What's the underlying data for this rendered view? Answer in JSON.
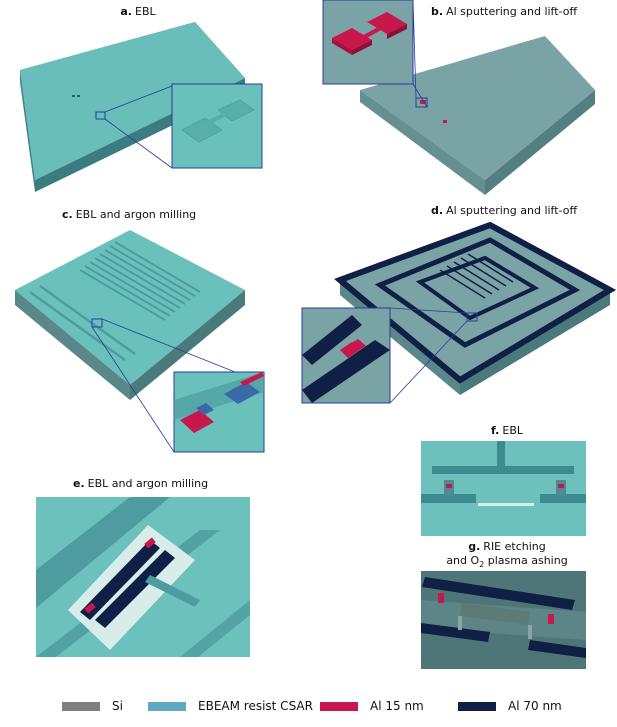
{
  "panels": {
    "a": {
      "letter": "a.",
      "text": "EBL"
    },
    "b": {
      "letter": "b.",
      "text": "Al sputtering and lift-off"
    },
    "c": {
      "letter": "c.",
      "text": "EBL and argon milling"
    },
    "d": {
      "letter": "d.",
      "text": "Al sputtering and lift-off"
    },
    "e": {
      "letter": "e.",
      "text": "EBL and argon milling"
    },
    "f": {
      "letter": "f.",
      "text": "EBL"
    },
    "g": {
      "letter": "g.",
      "text": "RIE etching",
      "line2_pre": "and O",
      "line2_sub": "2",
      "line2_post": " plasma ashing"
    }
  },
  "legend": [
    {
      "label": "Si",
      "color": "#7f7f7f"
    },
    {
      "label": "EBEAM resist CSAR",
      "color": "#5fa8bd"
    },
    {
      "label": "Al 15 nm",
      "color": "#c8174c"
    },
    {
      "label": "Al 70 nm",
      "color": "#0f1f46"
    }
  ],
  "colors": {
    "resist": "#6dc1bc",
    "resist_side": "#4e9ca0",
    "si": "#7aa3a5",
    "si_side": "#5a8789",
    "al15": "#c8174c",
    "al70": "#0f1f46",
    "zoom_frame": "#2a3b9c"
  }
}
